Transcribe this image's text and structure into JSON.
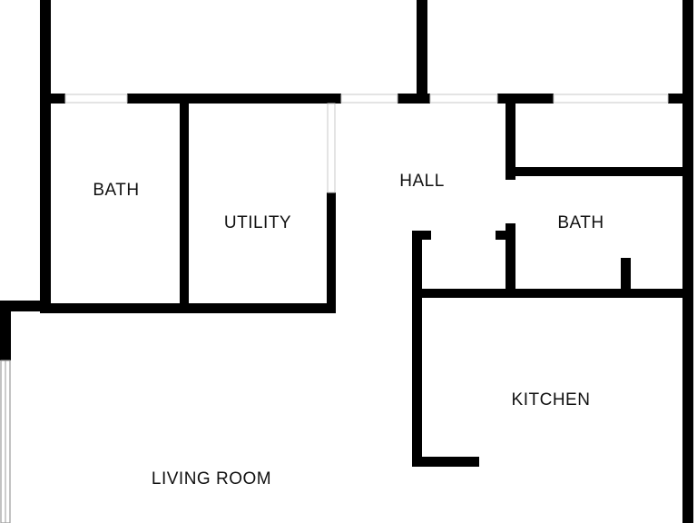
{
  "colors": {
    "wall": "#000000",
    "background": "#ffffff",
    "opening": "#ffffff",
    "opening_edge": "#c8c8c8",
    "label": "#111111"
  },
  "rooms": {
    "bath_left": "BATH",
    "utility": "UTILITY",
    "hall": "HALL",
    "bath_right": "BATH",
    "kitchen": "KITCHEN",
    "living_room": "LIVING ROOM"
  }
}
